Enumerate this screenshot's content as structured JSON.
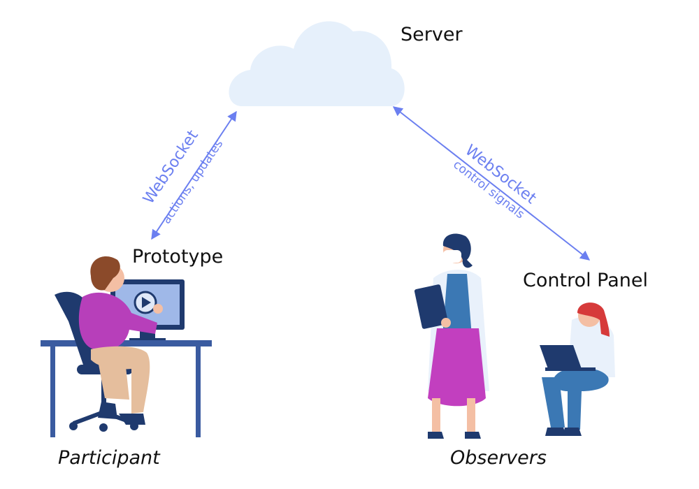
{
  "nodes": {
    "server": "Server",
    "prototype": "Prototype",
    "control_panel": "Control Panel"
  },
  "roles": {
    "participant": "Participant",
    "observers": "Observers"
  },
  "links": {
    "left": {
      "protocol": "WebSocket",
      "description": "actions, updates"
    },
    "right": {
      "protocol": "WebSocket",
      "description": "control signals"
    }
  },
  "colors": {
    "arrow": "#6b7ff0",
    "cloud": "#e6f0fb",
    "navy": "#1f3a6e",
    "magenta": "#c23fbf",
    "skin": "#f4bfa4"
  }
}
